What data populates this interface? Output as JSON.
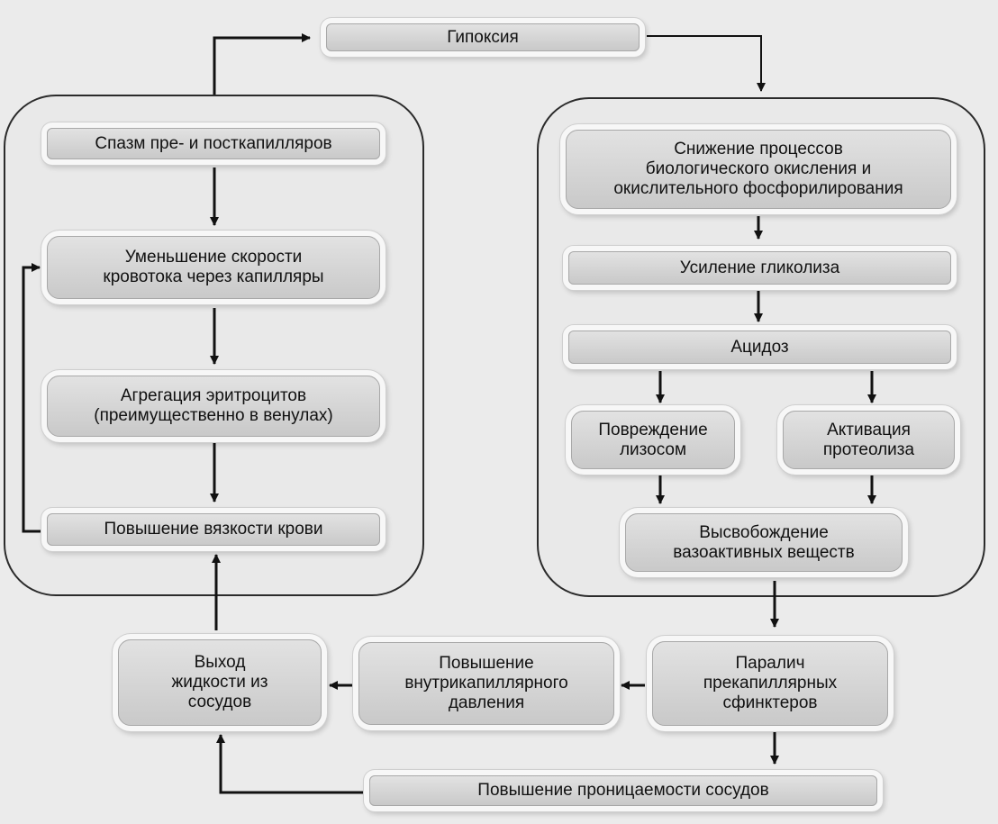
{
  "nodes": {
    "hypoxia": "Гипоксия",
    "spasm": "Спазм пре- и посткапилляров",
    "speed": "Уменьшение скорости\nкровотока через капилляры",
    "aggregation": "Агрегация эритроцитов\n(преимущественно в венулах)",
    "viscosity": "Повышение вязкости крови",
    "oxidation": "Снижение процессов\nбиологического окисления и\nокислительного фосфорилирования",
    "glycolysis": "Усиление гликолиза",
    "acidosis": "Ацидоз",
    "lysosome": "Повреждение\nлизосом",
    "proteolysis": "Активация\nпротеолиза",
    "release": "Высвобождение\nвазоактивных веществ",
    "paralysis": "Паралич\nпрекапиллярных\nсфинктеров",
    "pressure": "Повышение\nвнутрикапиллярного\nдавления",
    "exit": "Выход\nжидкости из\nсосудов",
    "permeability": "Повышение проницаемости сосудов"
  },
  "colors": {
    "background": "#ebebeb",
    "box_fill": "#d4d4d4",
    "outline": "#2b2b2b",
    "arrow": "#111111"
  }
}
